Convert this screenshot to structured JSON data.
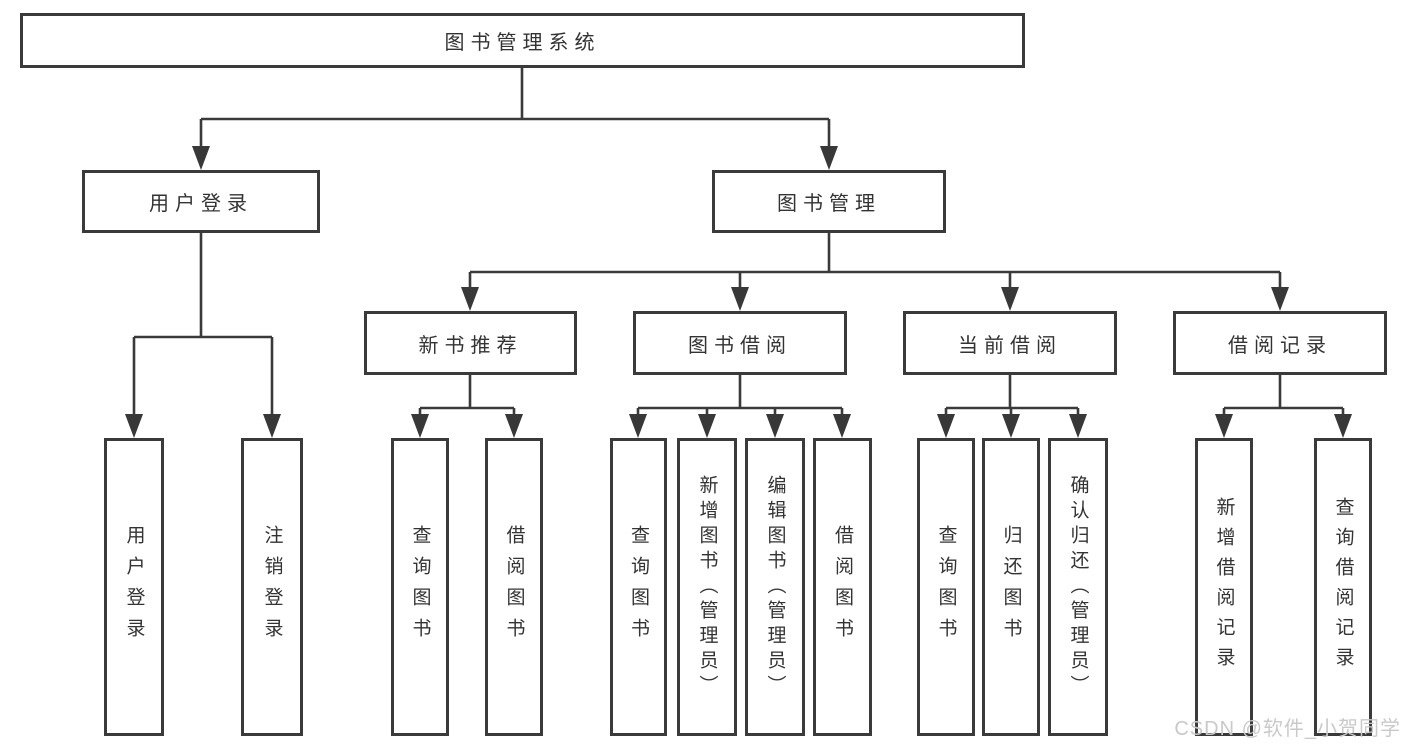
{
  "diagram": {
    "root": {
      "label": "图书管理系统"
    },
    "branches": [
      {
        "label": "用户登录",
        "children": [
          {
            "label": "用户登录"
          },
          {
            "label": "注销登录"
          }
        ]
      },
      {
        "label": "图书管理",
        "children": [
          {
            "label": "新书推荐",
            "children": [
              {
                "label": "查询图书"
              },
              {
                "label": "借阅图书"
              }
            ]
          },
          {
            "label": "图书借阅",
            "children": [
              {
                "label": "查询图书"
              },
              {
                "label": "新增图书（管理员）"
              },
              {
                "label": "编辑图书（管理员）"
              },
              {
                "label": "借阅图书"
              }
            ]
          },
          {
            "label": "当前借阅",
            "children": [
              {
                "label": "查询图书"
              },
              {
                "label": "归还图书"
              },
              {
                "label": "确认归还（管理员）"
              }
            ]
          },
          {
            "label": "借阅记录",
            "children": [
              {
                "label": "新增借阅记录"
              },
              {
                "label": "查询借阅记录"
              }
            ]
          }
        ]
      }
    ],
    "watermark": "CSDN @软件_小贺同学",
    "colors": {
      "line": "#3a3a3a",
      "text": "#333333",
      "background": "#ffffff",
      "watermark": "#c9c9c9"
    }
  }
}
